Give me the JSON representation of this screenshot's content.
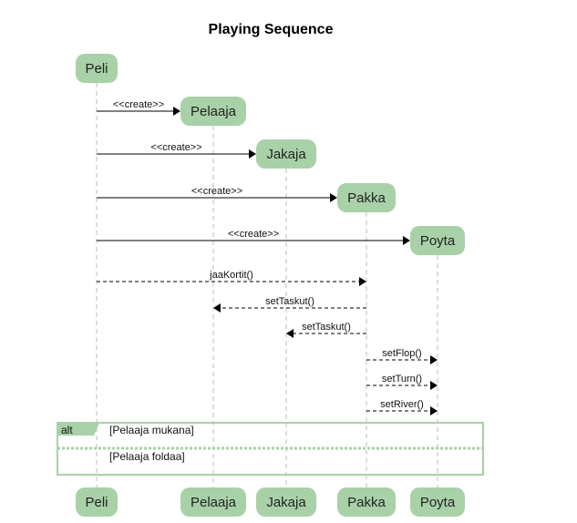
{
  "diagram": {
    "title": "Playing Sequence",
    "participants": [
      {
        "id": "peli",
        "label": "Peli"
      },
      {
        "id": "pelaaja",
        "label": "Pelaaja"
      },
      {
        "id": "jakaja",
        "label": "Jakaja"
      },
      {
        "id": "pakka",
        "label": "Pakka"
      },
      {
        "id": "poyta",
        "label": "Poyta"
      }
    ],
    "messages": [
      {
        "from": "peli",
        "to": "pelaaja",
        "label": "<<create>>",
        "style": "solid"
      },
      {
        "from": "peli",
        "to": "jakaja",
        "label": "<<create>>",
        "style": "solid"
      },
      {
        "from": "peli",
        "to": "pakka",
        "label": "<<create>>",
        "style": "solid"
      },
      {
        "from": "peli",
        "to": "poyta",
        "label": "<<create>>",
        "style": "solid"
      },
      {
        "from": "peli",
        "to": "pakka",
        "label": "jaaKortit()",
        "style": "dashed"
      },
      {
        "from": "pakka",
        "to": "pelaaja",
        "label": "setTaskut()",
        "style": "dashed"
      },
      {
        "from": "pakka",
        "to": "jakaja",
        "label": "setTaskut()",
        "style": "dashed"
      },
      {
        "from": "pakka",
        "to": "poyta",
        "label": "setFlop()",
        "style": "dashed"
      },
      {
        "from": "pakka",
        "to": "poyta",
        "label": "setTurn()",
        "style": "dashed"
      },
      {
        "from": "pakka",
        "to": "poyta",
        "label": "setRiver()",
        "style": "dashed"
      }
    ],
    "alt_frame": {
      "tag": "alt",
      "guard1": "[Pelaaja mukana]",
      "guard2": "[Pelaaja foldaa]"
    },
    "colors": {
      "participant_fill": "#a8d1a8",
      "lifeline": "#bdbdbd",
      "arrow": "#000000"
    }
  }
}
